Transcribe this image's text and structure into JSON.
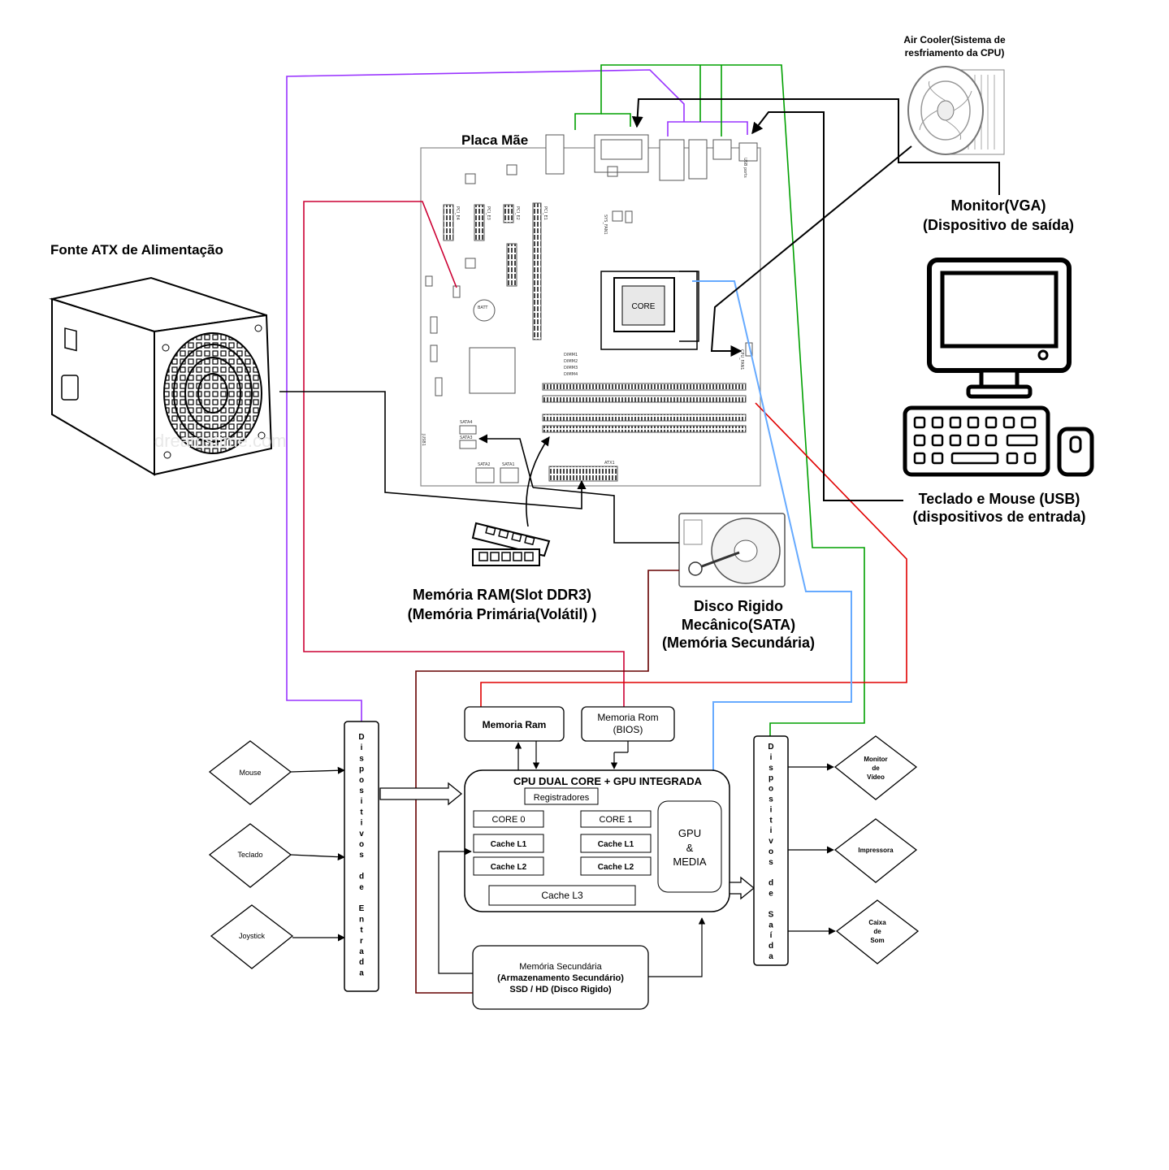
{
  "labels": {
    "psu": "Fonte ATX de Alimentação",
    "motherboard": "Placa Mãe",
    "air_cooler_line1": "Air Cooler(Sistema de",
    "air_cooler_line2": "resfriamento da CPU)",
    "monitor_line1": "Monitor(VGA)",
    "monitor_line2": "(Dispositivo de saída)",
    "kbd_mouse_line1": "Teclado e Mouse (USB)",
    "kbd_mouse_line2": "(dispositivos de entrada)",
    "ram_line1": "Memória RAM(Slot DDR3)",
    "ram_line2": "(Memória Primária(Volátil) )",
    "hdd_line1": "Disco Rigido",
    "hdd_line2": "Mecânico(SATA)",
    "hdd_line3": "(Memória Secundária)",
    "psu_watermark": "dreamstime.com"
  },
  "board": {
    "core": "CORE",
    "atx": "ATX1",
    "sata1": "SATA1",
    "sata2": "SATA2",
    "sata3": "SATA3",
    "sata4": "SATA4",
    "dimm1": "DIMM1",
    "dimm2": "DIMM2",
    "dimm3": "DIMM3",
    "dimm4": "DIMM4",
    "cpu_fan": "CPU_FAN1",
    "sys_fan": "SYS_FAN1",
    "pcie1": "PCI_E1",
    "pcie2": "PCI_E2",
    "pcie3": "PCI_E3",
    "pcie4": "PCI_E4",
    "batt": "BATT",
    "jusb": "JUSB1",
    "usb_ports": "USB ports"
  },
  "block": {
    "memoria_ram": "Memoria Ram",
    "memoria_rom_line1": "Memoria Rom",
    "memoria_rom_line2": "(BIOS)",
    "cpu_title": "CPU DUAL CORE + GPU INTEGRADA",
    "registradores": "Registradores",
    "core0": "CORE 0",
    "core1": "CORE 1",
    "cache_l1_a": "Cache L1",
    "cache_l1_b": "Cache L1",
    "cache_l2_a": "Cache L2",
    "cache_l2_b": "Cache L2",
    "cache_l3": "Cache L3",
    "gpu_line1": "GPU",
    "gpu_line2": "&",
    "gpu_line3": "MEDIA",
    "sec_line1": "Memória Secundária",
    "sec_line2": "(Armazenamento Secundário)",
    "sec_line3": "SSD / HD (Disco Rigido)",
    "input_bar": [
      "D",
      "i",
      "s",
      "p",
      "o",
      "s",
      "i",
      "t",
      "i",
      "v",
      "o",
      "s",
      "",
      "d",
      "e",
      "",
      "E",
      "n",
      "t",
      "r",
      "a",
      "d",
      "a"
    ],
    "output_bar": [
      "D",
      "i",
      "s",
      "p",
      "o",
      "s",
      "i",
      "t",
      "i",
      "v",
      "o",
      "s",
      "",
      "d",
      "e",
      "",
      "S",
      "a",
      "í",
      "d",
      "a"
    ],
    "inputs": [
      "Mouse",
      "Teclado",
      "Joystick"
    ],
    "outputs": [
      [
        "Monitor",
        "de",
        "Vídeo"
      ],
      [
        "Impressora"
      ],
      [
        "Caixa",
        "de",
        "Som"
      ]
    ]
  },
  "colors": {
    "purple": "#9933ff",
    "green": "#00a000",
    "crimson": "#cc0033",
    "red": "#e00000",
    "blue": "#66aaff",
    "dark_red": "#660000",
    "black": "#000000"
  }
}
